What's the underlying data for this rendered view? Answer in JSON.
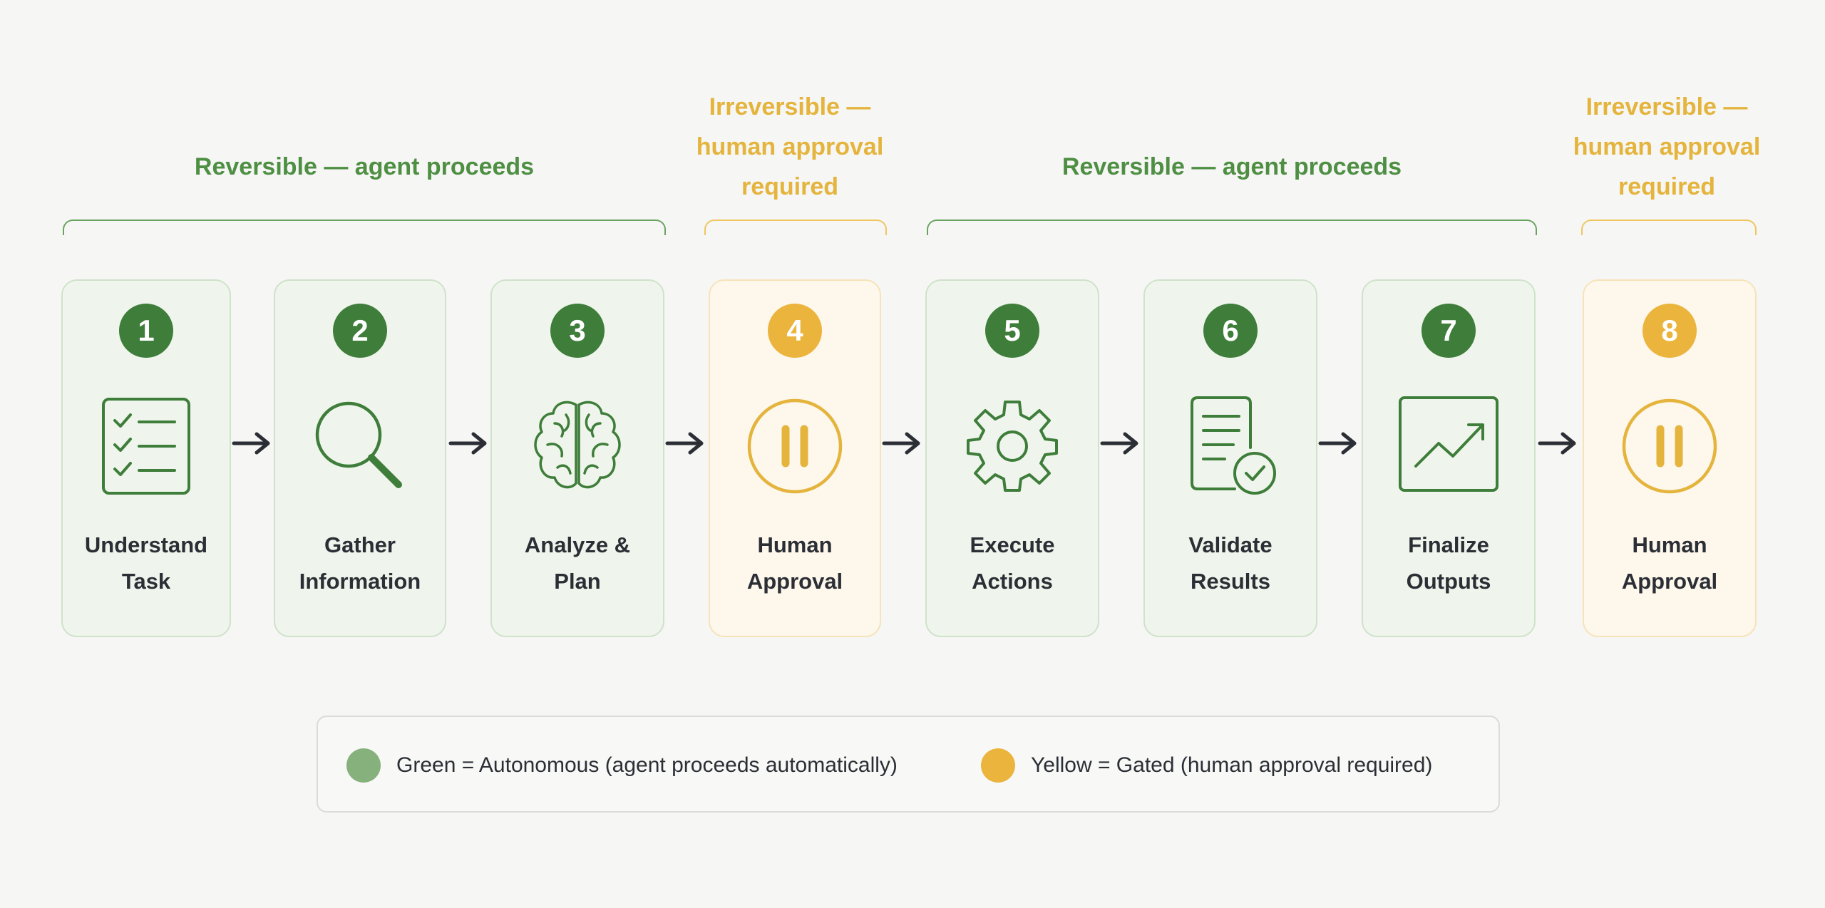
{
  "colors": {
    "autonomous": "#3e7d3a",
    "gated": "#ebb43d",
    "autonomous_light": "#eff5ec",
    "gated_light": "#fdf7ec"
  },
  "groups": [
    {
      "label": "Reversible — agent proceeds",
      "type": "autonomous"
    },
    {
      "label": "Irreversible —\nhuman approval\nrequired",
      "type": "gated"
    },
    {
      "label": "Reversible — agent proceeds",
      "type": "autonomous"
    },
    {
      "label": "Irreversible —\nhuman approval\nrequired",
      "type": "gated"
    }
  ],
  "steps": [
    {
      "number": "1",
      "label": "Understand\nTask",
      "icon": "checklist-icon",
      "type": "autonomous"
    },
    {
      "number": "2",
      "label": "Gather\nInformation",
      "icon": "search-icon",
      "type": "autonomous"
    },
    {
      "number": "3",
      "label": "Analyze &\nPlan",
      "icon": "brain-icon",
      "type": "autonomous"
    },
    {
      "number": "4",
      "label": "Human\nApproval",
      "icon": "pause-icon",
      "type": "gated"
    },
    {
      "number": "5",
      "label": "Execute\nActions",
      "icon": "gear-icon",
      "type": "autonomous"
    },
    {
      "number": "6",
      "label": "Validate\nResults",
      "icon": "document-check-icon",
      "type": "autonomous"
    },
    {
      "number": "7",
      "label": "Finalize\nOutputs",
      "icon": "trend-chart-icon",
      "type": "autonomous"
    },
    {
      "number": "8",
      "label": "Human\nApproval",
      "icon": "pause-icon",
      "type": "gated"
    }
  ],
  "legend": {
    "autonomous": "Green = Autonomous (agent proceeds automatically)",
    "gated": "Yellow = Gated (human approval required)"
  }
}
